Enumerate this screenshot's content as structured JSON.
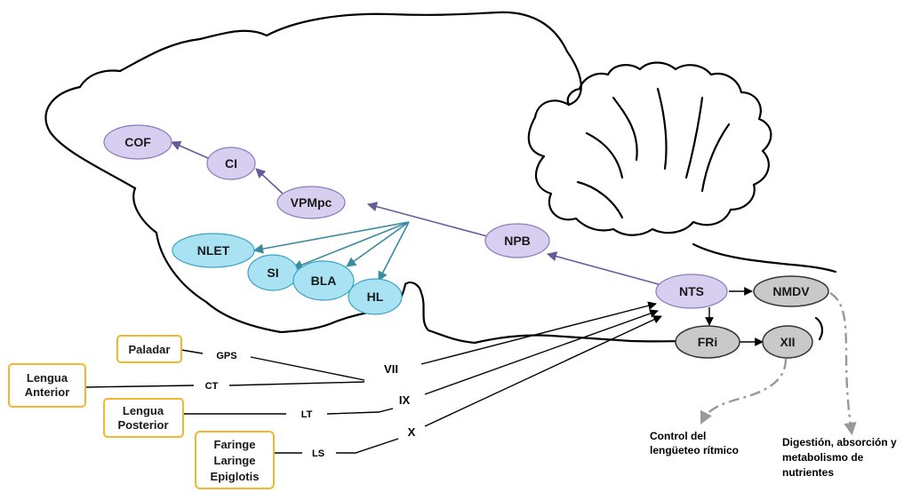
{
  "colors": {
    "purple_fill": "#d8cff0",
    "purple_stroke": "#8a7bbd",
    "cyan_fill": "#a9e3f3",
    "cyan_stroke": "#3aa3c4",
    "gray_fill": "#c9c9c9",
    "gray_stroke": "#333333",
    "purple_arrow": "#6a5a9a",
    "teal_arrow": "#3a8aa0",
    "box_border": "#f2b72e",
    "dashed_arrow": "#999999"
  },
  "nodes": {
    "cof": "COF",
    "ci": "CI",
    "vpmpc": "VPMpc",
    "npb": "NPB",
    "nts": "NTS",
    "nlet": "NLET",
    "si": "SI",
    "bla": "BLA",
    "hl": "HL",
    "nmdv": "NMDV",
    "fri": "FRi",
    "xii": "XII"
  },
  "nerves": {
    "vii": "VII",
    "ix": "IX",
    "x": "X"
  },
  "branches": {
    "gps": "GPS",
    "ct": "CT",
    "lt": "LT",
    "ls": "LS"
  },
  "sources": {
    "paladar": [
      "Paladar"
    ],
    "lengua_anterior": [
      "Lengua",
      "Anterior"
    ],
    "lengua_posterior": [
      "Lengua",
      "Posterior"
    ],
    "faringe": [
      "Faringe",
      "Laringe",
      "Epiglotis"
    ]
  },
  "outputs": {
    "control": [
      "Control del",
      "lengüeteo rítmico"
    ],
    "digestion": [
      "Digestión, absorción y",
      "metabolismo de",
      "nutrientes"
    ]
  }
}
